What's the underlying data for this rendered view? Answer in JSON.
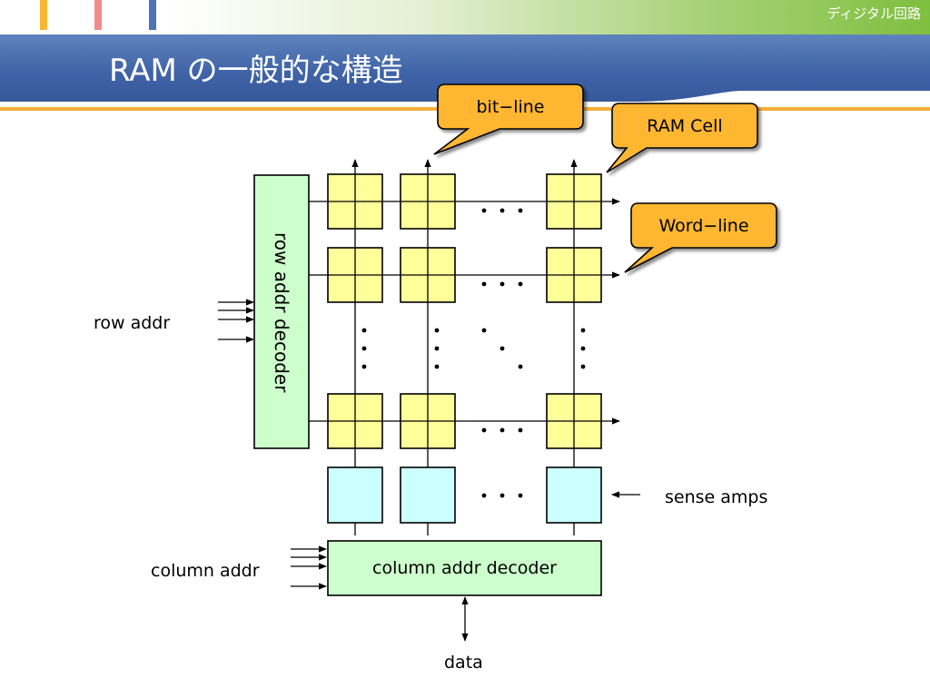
{
  "header": {
    "course": "ディジタル回路",
    "title": "RAM の一般的な構造"
  },
  "colors": {
    "cell": "#ffff99",
    "sense_amp": "#ccffff",
    "decoder": "#ccffcc",
    "callout": "#ffb733",
    "title_bar": "#3f63a6"
  },
  "callouts": {
    "bit_line": "bit−line",
    "ram_cell": "RAM Cell",
    "word_line": "Word−line"
  },
  "blocks": {
    "row_decoder": "row addr decoder",
    "column_decoder": "column addr decoder"
  },
  "labels": {
    "row_addr": "row addr",
    "column_addr": "column addr",
    "sense_amps": "sense amps",
    "data": "data"
  },
  "ellipsis": "・・・"
}
